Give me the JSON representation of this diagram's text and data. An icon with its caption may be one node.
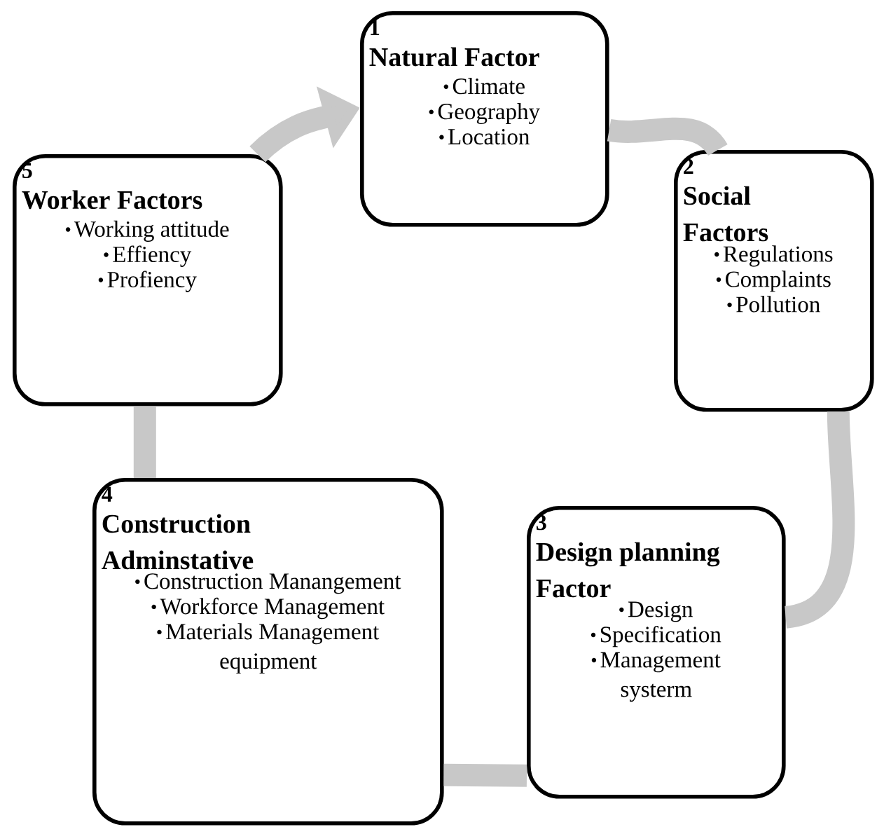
{
  "diagram": {
    "nodes": [
      {
        "text": [
          "1",
          "Natural Factor",
          "Climate",
          "Geography",
          "Location"
        ]
      },
      {
        "text": [
          "2",
          "Social Factors",
          "Regulations",
          "Complaints",
          "Pollution"
        ]
      },
      {
        "text": [
          "3",
          "Design planning Factor",
          "Design",
          "Specification",
          "Management systerm"
        ]
      },
      {
        "text": [
          "4",
          "Construction Adminstative",
          "Construction Manangement",
          "Workforce Management",
          "Materials Management equipment"
        ]
      },
      {
        "text": [
          "5",
          "Worker Factors",
          "Working attitude",
          "Effiency",
          "Profiency"
        ]
      }
    ],
    "edges": [
      {
        "from": 0,
        "to": 1,
        "arrow": "none"
      },
      {
        "from": 1,
        "to": 2,
        "arrow": "none"
      },
      {
        "from": 2,
        "to": 3,
        "arrow": "none"
      },
      {
        "from": 3,
        "to": 4,
        "arrow": "none"
      },
      {
        "from": 4,
        "to": 0,
        "arrow": "to"
      }
    ]
  }
}
